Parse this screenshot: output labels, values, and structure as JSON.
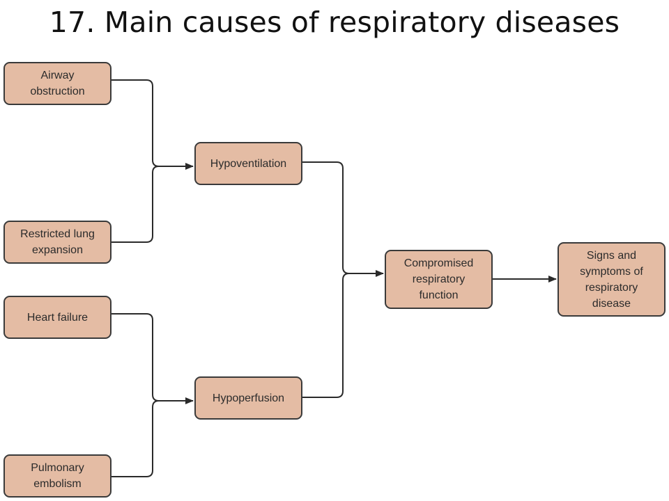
{
  "title": "17. Main causes of respiratory diseases",
  "nodes": {
    "airway": "Airway\nobstruction",
    "restricted": "Restricted lung\nexpansion",
    "heart": "Heart failure",
    "pulmonary": "Pulmonary\nembolism",
    "hypoventilation": "Hypoventilation",
    "hypoperfusion": "Hypoperfusion",
    "compromised": "Compromised\nrespiratory\nfunction",
    "signs": "Signs and\nsymptoms of\nrespiratory\ndisease"
  },
  "colors": {
    "box_fill": "#e4bca4",
    "box_border": "#3a3a3a",
    "connector": "#2a2a2a"
  }
}
